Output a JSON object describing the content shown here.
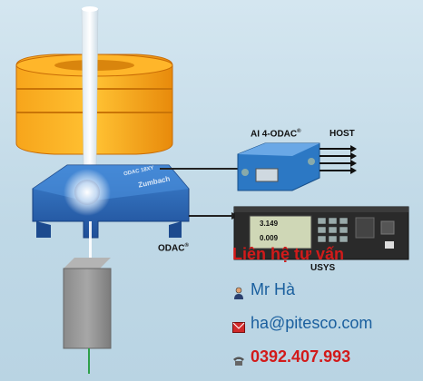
{
  "labels": {
    "sensor_name": "AI 4-ODAC",
    "host": "HOST",
    "head_name": "ODAC",
    "unit_name": "USYS",
    "head_brand": "Zumbach",
    "head_model": "ODAC 18XY",
    "display_value_1": "3.149",
    "display_value_2": "0.009"
  },
  "contact": {
    "title": "Liên hệ tư vấn",
    "name": "Mr Hà",
    "email": "ha@pitesco.com",
    "phone": "0392.407.993"
  },
  "icons": [
    "person-icon",
    "mail-icon",
    "phone-icon"
  ],
  "colors": {
    "background": "#c6dde9",
    "coil": "#f59a12",
    "head": "#2f6fbf",
    "accent_red": "#d21a1a",
    "accent_blue": "#1a5f9e"
  }
}
